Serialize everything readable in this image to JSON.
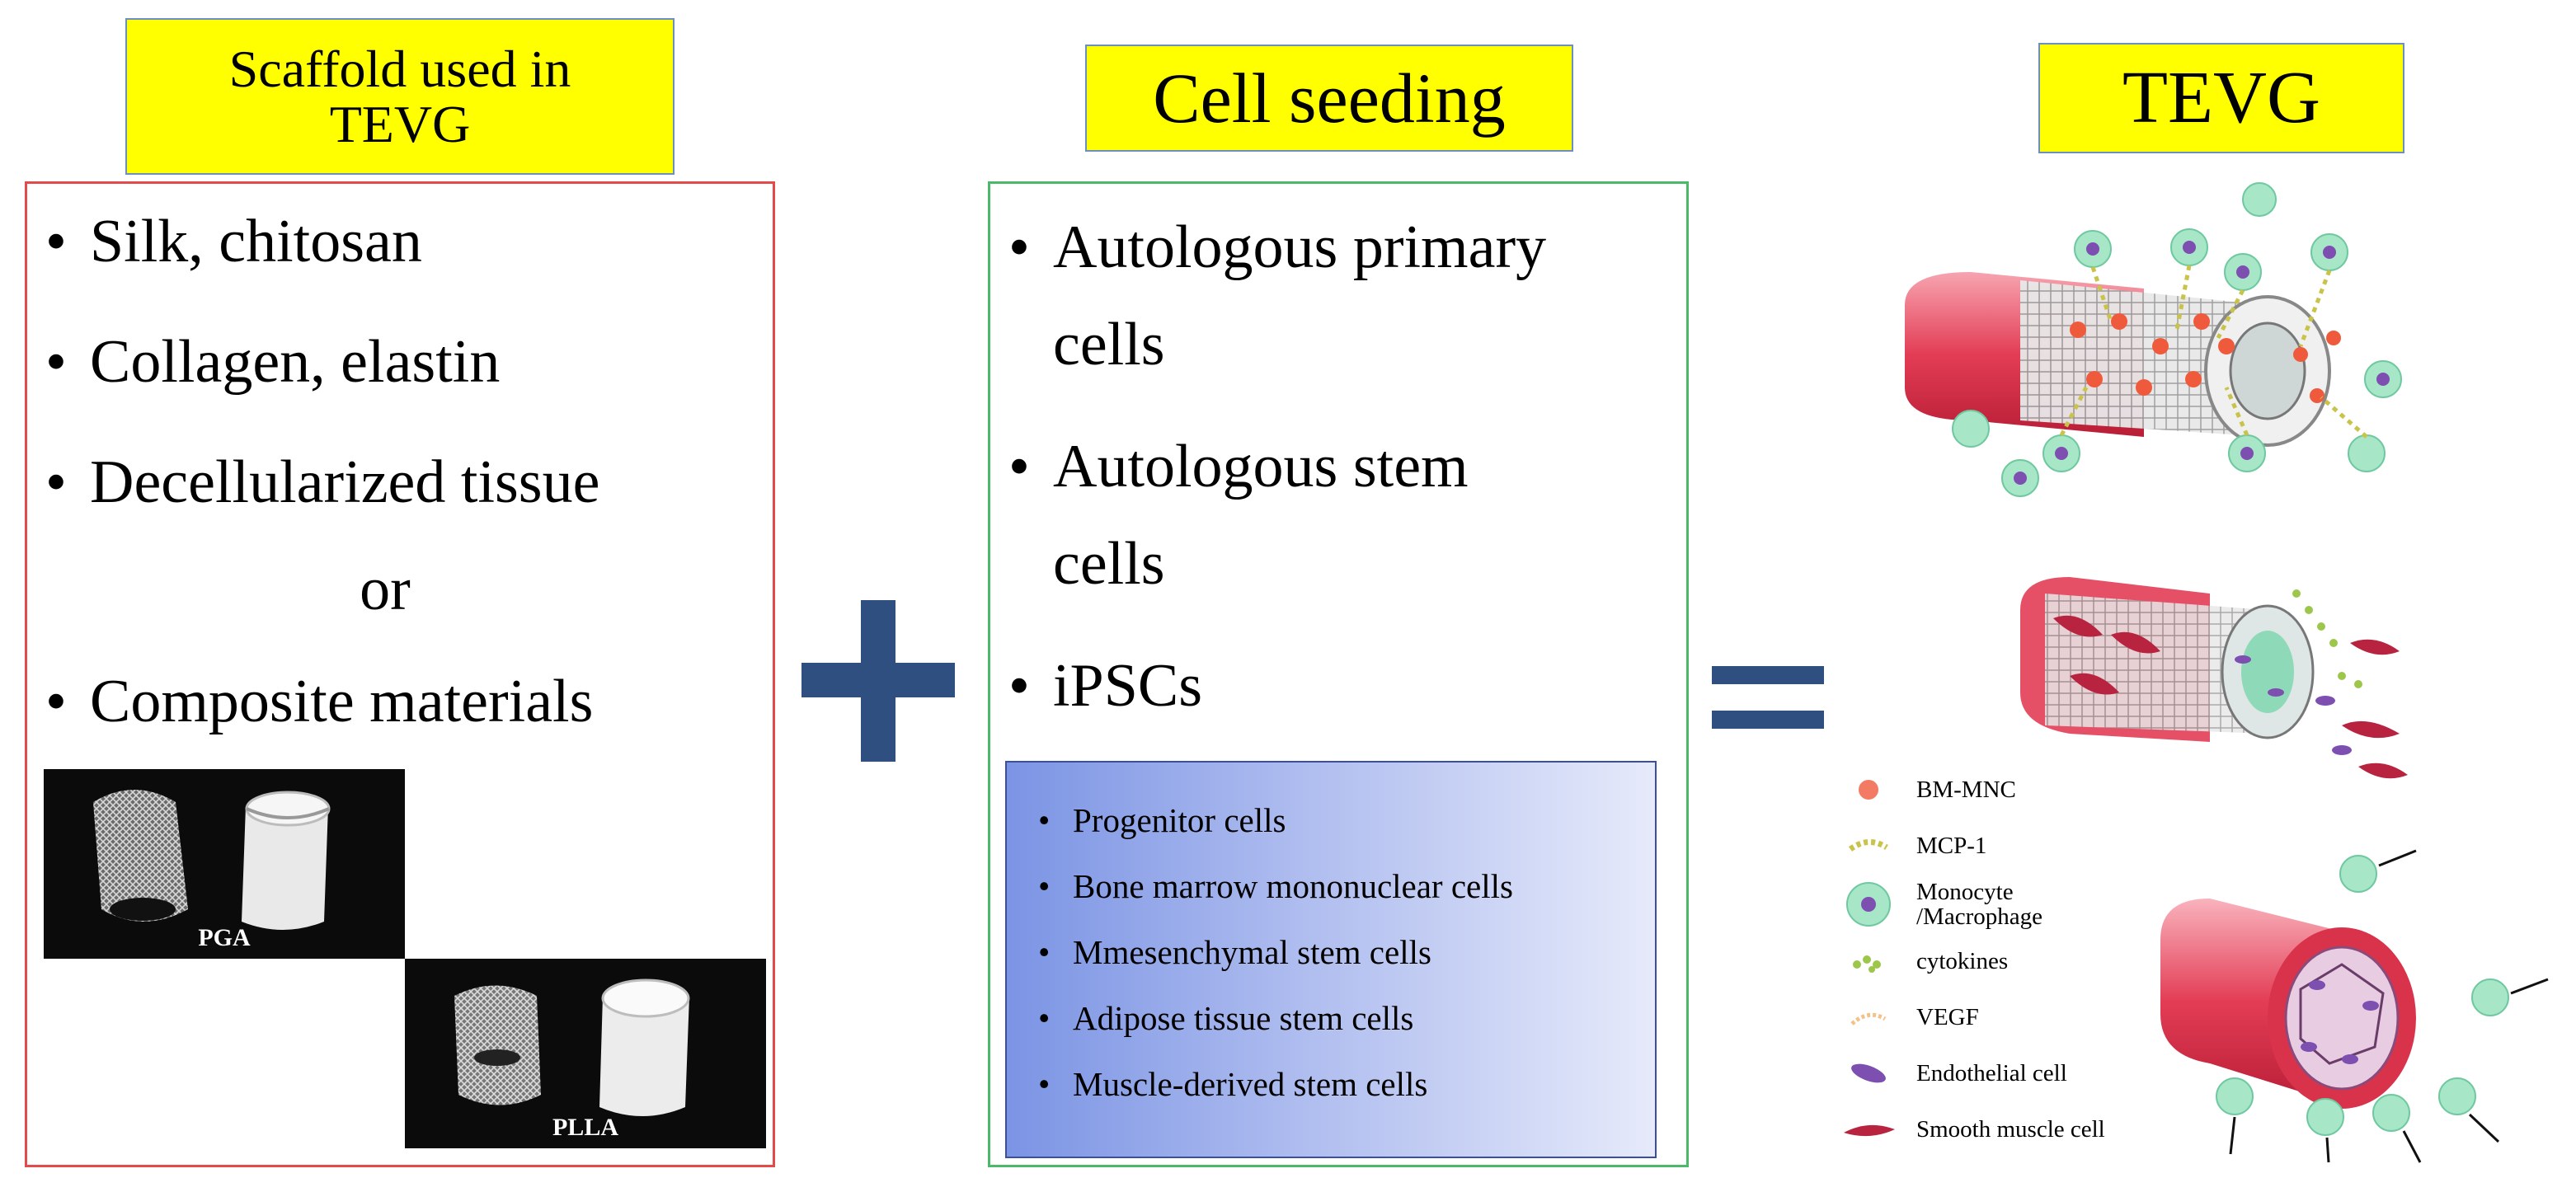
{
  "titles": {
    "scaffold_line1": "Scaffold used in",
    "scaffold_line2": "TEVG",
    "cell_seeding": "Cell seeding",
    "tevg": "TEVG"
  },
  "scaffold": {
    "items": [
      "Silk, chitosan",
      "Collagen, elastin",
      "Decellularized tissue"
    ],
    "or": "or",
    "last_item": "Composite materials",
    "photo_labels": [
      "PGA",
      "PLLA"
    ]
  },
  "cell_seeding": {
    "items": [
      {
        "line1": "Autologous primary",
        "line2": "cells"
      },
      {
        "line1": "Autologous stem",
        "line2": "cells"
      },
      {
        "line1": "iPSCs",
        "line2": ""
      }
    ],
    "sub_items": [
      "Progenitor cells",
      "Bone marrow mononuclear cells",
      "Mmesenchymal stem cells",
      "Adipose tissue stem cells",
      "Muscle-derived stem cells"
    ]
  },
  "operators": {
    "plus": "plus-sign",
    "equals": "equals-sign"
  },
  "legend": {
    "items": [
      {
        "label": "BM-MNC",
        "icon": "bm-mnc-icon"
      },
      {
        "label": "MCP-1",
        "icon": "mcp1-icon"
      },
      {
        "label": "Monocyte",
        "label2": "/Macrophage",
        "icon": "monocyte-icon"
      },
      {
        "label": "cytokines",
        "icon": "cytokines-icon"
      },
      {
        "label": "VEGF",
        "icon": "vegf-icon"
      },
      {
        "label": "Endothelial cell",
        "icon": "endothelial-icon"
      },
      {
        "label": "Smooth muscle cell",
        "icon": "smooth-muscle-icon"
      }
    ]
  },
  "colors": {
    "title_fill": "#ffff00",
    "scaffold_border": "#e34a4a",
    "cell_border": "#4cb86a",
    "operator": "#2e4f80",
    "vessel": "#e33d55"
  }
}
